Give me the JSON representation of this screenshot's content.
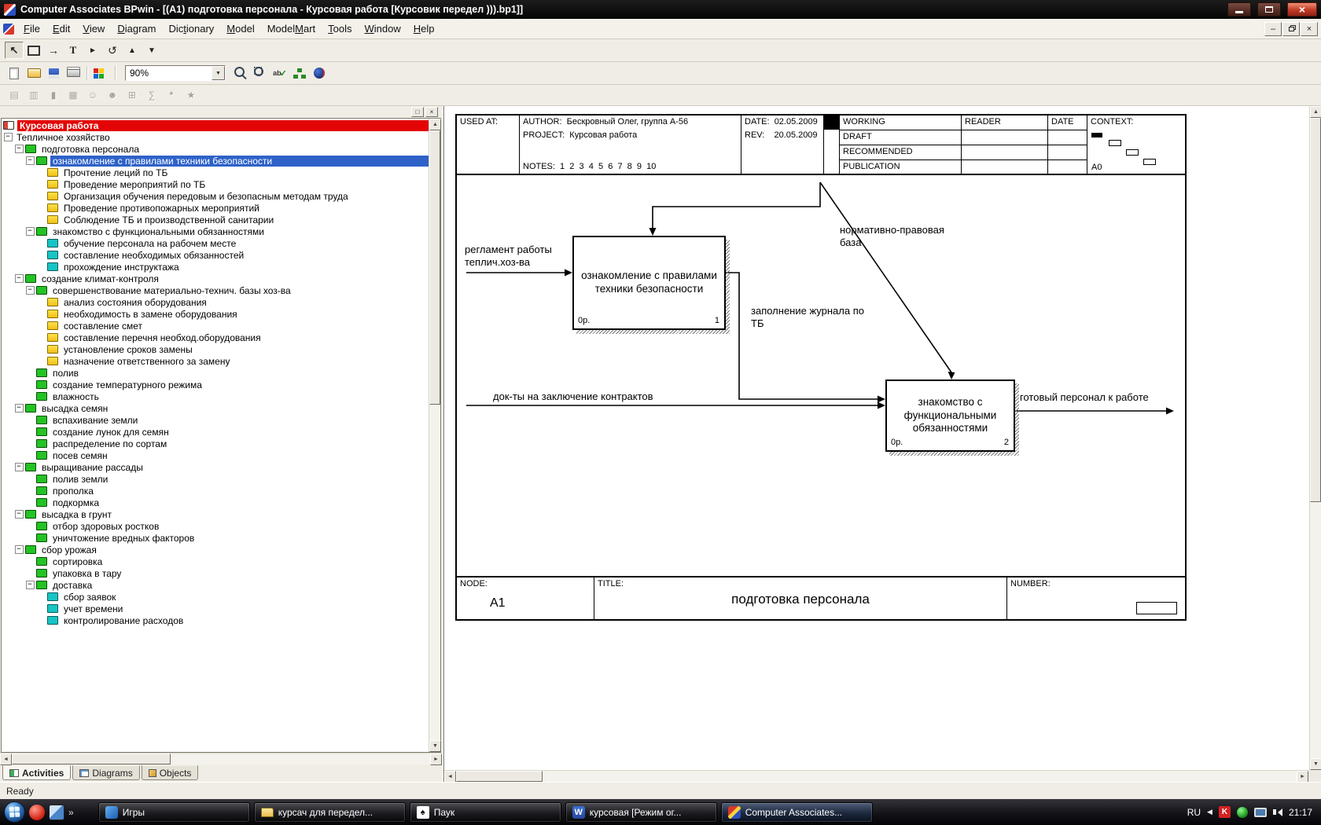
{
  "window": {
    "title": "Computer Associates BPwin - [(A1) подготовка персонала - Курсовая работа  [Курсовик передел ))).bp1]]"
  },
  "menubar": {
    "items": [
      {
        "label": "File",
        "accel": 0
      },
      {
        "label": "Edit",
        "accel": 0
      },
      {
        "label": "View",
        "accel": 0
      },
      {
        "label": "Diagram",
        "accel": 0
      },
      {
        "label": "Dictionary",
        "accel": 3
      },
      {
        "label": "Model",
        "accel": 0
      },
      {
        "label": "ModelMart",
        "accel": 5
      },
      {
        "label": "Tools",
        "accel": 0
      },
      {
        "label": "Window",
        "accel": 0
      },
      {
        "label": "Help",
        "accel": 0
      }
    ]
  },
  "toolbar_tools": {
    "items": [
      {
        "name": "select-tool",
        "pressed": true
      },
      {
        "name": "activity-box-tool"
      },
      {
        "name": "arrow-tool"
      },
      {
        "name": "text-tool"
      },
      {
        "name": "play-tool"
      },
      {
        "name": "squiggle-tool"
      },
      {
        "name": "triangle-up-tool"
      },
      {
        "name": "triangle-down-tool"
      }
    ]
  },
  "toolbar_standard": {
    "zoom_value": "90%",
    "items": [
      {
        "type": "icon",
        "name": "new-doc-icon"
      },
      {
        "type": "icon",
        "name": "open-folder-icon"
      },
      {
        "type": "icon",
        "name": "save-icon"
      },
      {
        "type": "icon",
        "name": "print-icon"
      },
      {
        "type": "sep"
      },
      {
        "type": "icon",
        "name": "color-palette-icon"
      },
      {
        "type": "sep"
      },
      {
        "type": "zoom"
      },
      {
        "type": "icon",
        "name": "zoom-in-icon"
      },
      {
        "type": "icon",
        "name": "zoom-area-icon"
      },
      {
        "type": "icon",
        "name": "spell-check-icon"
      },
      {
        "type": "icon",
        "name": "model-explorer-icon"
      },
      {
        "type": "icon",
        "name": "modelmart-icon"
      }
    ]
  },
  "toolbar_model": {
    "items": [
      "pages-icon",
      "copy-icon",
      "lock-icon",
      "report-icon",
      "users-icon",
      "roles-icon",
      "grid-icon",
      "cost-icon",
      "udp-icon",
      "star-icon"
    ]
  },
  "explorer": {
    "root": "Курсовая работа",
    "items": [
      {
        "label": "Тепличное хозяйство",
        "level": 1,
        "icon": "none",
        "expander": true
      },
      {
        "label": "подготовка персонала",
        "level": 2,
        "icon": "green",
        "expander": true
      },
      {
        "label": "ознакомление с правилами техники безопасности",
        "level": 3,
        "icon": "green",
        "expander": true,
        "selected": true
      },
      {
        "label": "Прочтение леций  по ТБ",
        "level": 4,
        "icon": "yellow"
      },
      {
        "label": "Проведение мероприятий по ТБ",
        "level": 4,
        "icon": "yellow"
      },
      {
        "label": "Организация обучения  передовым и безопасным методам труда",
        "level": 4,
        "icon": "yellow"
      },
      {
        "label": "Проведение  противопожарных мероприятий",
        "level": 4,
        "icon": "yellow"
      },
      {
        "label": "Соблюдение ТБ  и  производственной  санитарии",
        "level": 4,
        "icon": "yellow"
      },
      {
        "label": "знакомство с  функциональными обязанностями",
        "level": 3,
        "icon": "green",
        "expander": true
      },
      {
        "label": "обучение персонала на рабочем месте",
        "level": 4,
        "icon": "cyan"
      },
      {
        "label": "составление необходимых обязанностей",
        "level": 4,
        "icon": "cyan"
      },
      {
        "label": "прохождение инструктажа",
        "level": 4,
        "icon": "cyan"
      },
      {
        "label": "создание климат-контроля",
        "level": 2,
        "icon": "green",
        "expander": true
      },
      {
        "label": "совершенствование  материально-технич. базы хоз-ва",
        "level": 3,
        "icon": "green",
        "expander": true
      },
      {
        "label": "анализ состояния оборудования",
        "level": 4,
        "icon": "yellow"
      },
      {
        "label": "необходимость в замене оборудования",
        "level": 4,
        "icon": "yellow"
      },
      {
        "label": "составление смет",
        "level": 4,
        "icon": "yellow"
      },
      {
        "label": "составление перечня необход.оборудования",
        "level": 4,
        "icon": "yellow"
      },
      {
        "label": "установление сроков замены",
        "level": 4,
        "icon": "yellow"
      },
      {
        "label": "назначение ответственного за замену",
        "level": 4,
        "icon": "yellow"
      },
      {
        "label": "полив",
        "level": 3,
        "icon": "green"
      },
      {
        "label": "создание  температурного режима",
        "level": 3,
        "icon": "green"
      },
      {
        "label": "влажность",
        "level": 3,
        "icon": "green"
      },
      {
        "label": "высадка семян",
        "level": 2,
        "icon": "green",
        "expander": true
      },
      {
        "label": "вспахивание земли",
        "level": 3,
        "icon": "green"
      },
      {
        "label": "создание лунок  для семян",
        "level": 3,
        "icon": "green"
      },
      {
        "label": "распределение  по сортам",
        "level": 3,
        "icon": "green"
      },
      {
        "label": "посев семян",
        "level": 3,
        "icon": "green"
      },
      {
        "label": "выращивание рассады",
        "level": 2,
        "icon": "green",
        "expander": true
      },
      {
        "label": "полив земли",
        "level": 3,
        "icon": "green"
      },
      {
        "label": "прополка",
        "level": 3,
        "icon": "green"
      },
      {
        "label": "подкормка",
        "level": 3,
        "icon": "green"
      },
      {
        "label": "высадка в грунт",
        "level": 2,
        "icon": "green",
        "expander": true
      },
      {
        "label": "отбор здоровых ростков",
        "level": 3,
        "icon": "green"
      },
      {
        "label": "уничтожение вредных  факторов",
        "level": 3,
        "icon": "green"
      },
      {
        "label": "сбор урожая",
        "level": 2,
        "icon": "green",
        "expander": true
      },
      {
        "label": "сортировка",
        "level": 3,
        "icon": "green"
      },
      {
        "label": "упаковка в тару",
        "level": 3,
        "icon": "green"
      },
      {
        "label": "доставка",
        "level": 3,
        "icon": "green",
        "expander": true
      },
      {
        "label": "сбор заявок",
        "level": 4,
        "icon": "cyan"
      },
      {
        "label": "учет времени",
        "level": 4,
        "icon": "cyan"
      },
      {
        "label": "контролирование расходов",
        "level": 4,
        "icon": "cyan"
      }
    ]
  },
  "panel_tabs": {
    "items": [
      {
        "label": "Activities",
        "icon": "activities-tab-icon",
        "active": true
      },
      {
        "label": "Diagrams",
        "icon": "diagrams-tab-icon"
      },
      {
        "label": "Objects",
        "icon": "objects-tab-icon"
      }
    ]
  },
  "statusbar": {
    "text": "Ready"
  },
  "diagram": {
    "kit": {
      "used_at": "USED AT:",
      "author": "AUTHOR:  Бескровный Олег, группа А-56",
      "project": "PROJECT:  Курсовая работа",
      "notes": "NOTES:  1  2  3  4  5  6  7  8  9  10",
      "date": "DATE:  02.05.2009",
      "rev": "REV:    20.05.2009",
      "rows": [
        "WORKING",
        "DRAFT",
        "RECOMMENDED",
        "PUBLICATION"
      ],
      "reader": "READER",
      "reader_date": "DATE",
      "context": "CONTEXT:",
      "context_node": "A0"
    },
    "boxes": [
      {
        "label": "ознакомление с правилами техники безопасности",
        "cost": "0р.",
        "num": "1"
      },
      {
        "label": "знакомство с функциональными обязанностями",
        "cost": "0р.",
        "num": "2"
      }
    ],
    "arrow_labels": {
      "input1": "регламент работы\nтеплич.хоз-ва",
      "control": "нормативно-правовая\nбаза",
      "output1": "заполнение журнала по\nТБ",
      "input2": "док-ты на заключение контрактов",
      "output2": "готовый персонал к работе"
    },
    "footer": {
      "node_label": "NODE:",
      "node": "A1",
      "title_label": "TITLE:",
      "title": "подготовка персонала",
      "number_label": "NUMBER:"
    }
  },
  "taskbar": {
    "buttons": [
      {
        "label": "Игры",
        "icon": "games-icon"
      },
      {
        "label": "курсач для передел...",
        "icon": "folder-icon"
      },
      {
        "label": "Паук",
        "icon": "spider-icon"
      },
      {
        "label": "курсовая [Режим ог...",
        "icon": "word-icon"
      },
      {
        "label": "Computer Associates...",
        "icon": "bpwin-icon",
        "active": true
      }
    ],
    "tray": {
      "lang": "RU",
      "time": "21:17"
    }
  }
}
